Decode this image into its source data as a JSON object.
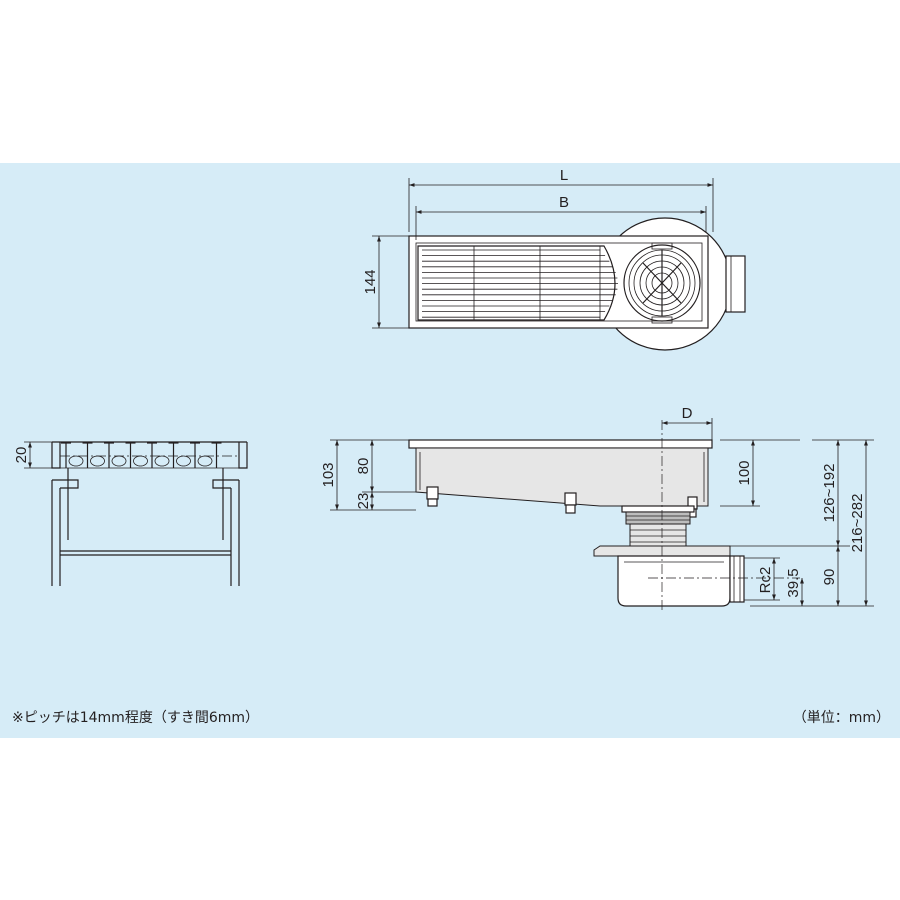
{
  "plan_view": {
    "dim_L": "L",
    "dim_B": "B",
    "dim_144": "144"
  },
  "section_view": {
    "dim_20": "20"
  },
  "side_view": {
    "dim_D": "D",
    "dim_103": "103",
    "dim_80": "80",
    "dim_23": "23",
    "dim_100": "100",
    "dim_126_192": "126~192",
    "dim_216_282": "216~282",
    "dim_rc2": "Rc2",
    "dim_39_5": "39.5",
    "dim_90": "90"
  },
  "notes": {
    "pitch_note": "※ピッチは14mm程度（すき間6mm）",
    "unit_note": "（単位：mm）"
  },
  "colors": {
    "panel_background": "#d6ecf7",
    "line": "#231f20"
  }
}
